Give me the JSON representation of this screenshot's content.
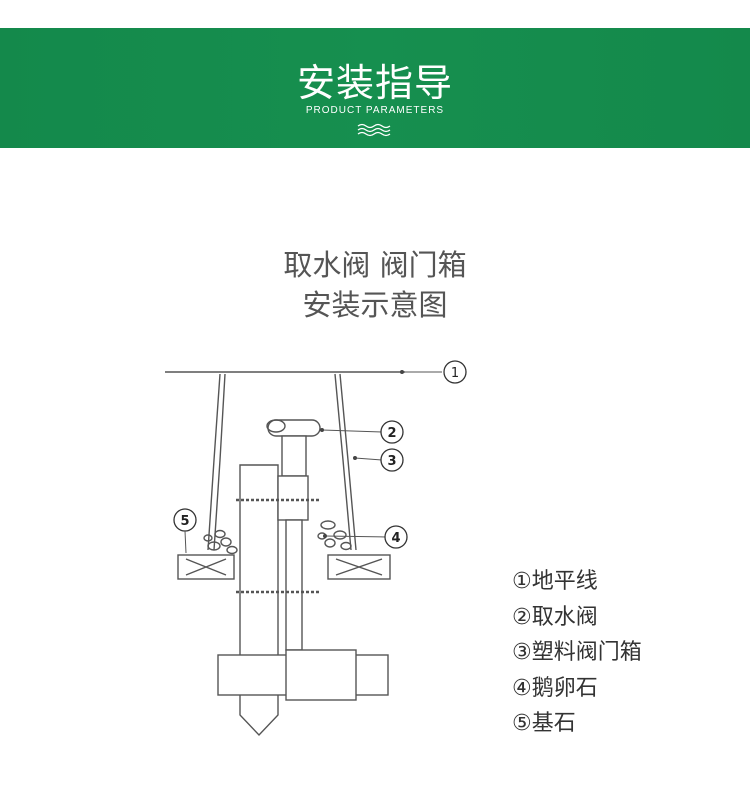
{
  "banner": {
    "title": "安装指导",
    "subtitle": "PRODUCT PARAMETERS",
    "color": "#14894b",
    "icon": "wave-icon"
  },
  "heading": {
    "line1": "取水阀 阀门箱",
    "line2": "安装示意图"
  },
  "diagram": {
    "callouts": [
      "①",
      "②",
      "③",
      "④",
      "⑤"
    ]
  },
  "legend": [
    "①地平线",
    "②取水阀",
    "③塑料阀门箱",
    "④鹅卵石",
    "⑤基石"
  ]
}
